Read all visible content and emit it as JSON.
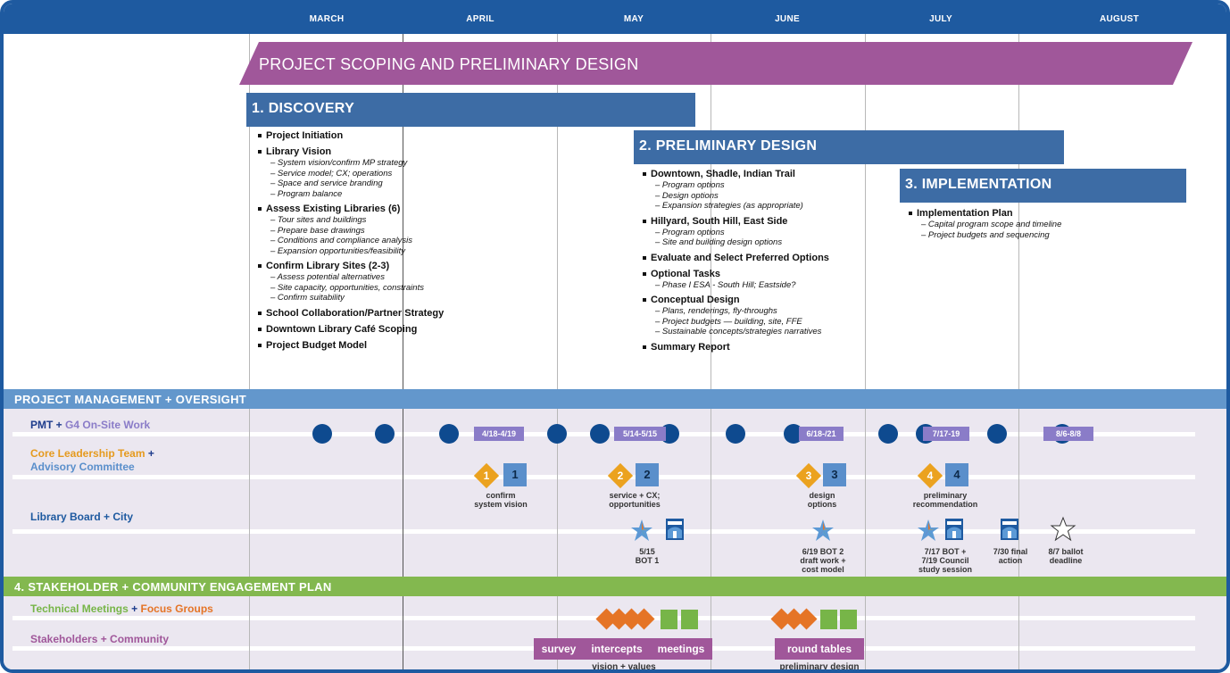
{
  "months": [
    "MARCH",
    "APRIL",
    "MAY",
    "JUNE",
    "JULY",
    "AUGUST"
  ],
  "banner": "PROJECT SCOPING AND PRELIMINARY DESIGN",
  "discovery": {
    "title": "1. DISCOVERY",
    "tasks": [
      {
        "label": "Project Initiation",
        "subs": []
      },
      {
        "label": "Library Vision",
        "subs": [
          "– System vision/confirm MP strategy",
          "– Service model; CX; operations",
          "– Space and service branding",
          "– Program balance"
        ]
      },
      {
        "label": "Assess Existing Libraries (6)",
        "subs": [
          "– Tour sites and buildings",
          "– Prepare base drawings",
          "– Conditions and compliance analysis",
          "– Expansion opportunities/feasibility"
        ]
      },
      {
        "label": "Confirm Library Sites (2-3)",
        "subs": [
          "– Assess potential alternatives",
          "– Site capacity, opportunities, constraints",
          "– Confirm suitability"
        ]
      },
      {
        "label": "School Collaboration/Partner Strategy",
        "subs": []
      },
      {
        "label": "Downtown Library Café Scoping",
        "subs": []
      },
      {
        "label": "Project Budget Model",
        "subs": []
      }
    ]
  },
  "preliminary": {
    "title": "2. PRELIMINARY DESIGN",
    "tasks": [
      {
        "label": "Downtown, Shadle, Indian Trail",
        "subs": [
          "– Program options",
          "– Design options",
          "– Expansion strategies (as appropriate)"
        ]
      },
      {
        "label": "Hillyard, South Hill, East Side",
        "subs": [
          "– Program options",
          "– Site and building design options"
        ]
      },
      {
        "label": "Evaluate and Select Preferred Options",
        "subs": []
      },
      {
        "label": "Optional Tasks",
        "subs": [
          "– Phase I ESA - South Hill; Eastside?"
        ]
      },
      {
        "label": "Conceptual Design",
        "subs": [
          "– Plans, renderings, fly-throughs",
          "– Project budgets — building, site, FFE",
          "– Sustainable concepts/strategies narratives"
        ]
      },
      {
        "label": "Summary Report",
        "subs": []
      }
    ]
  },
  "implementation": {
    "title": "3. IMPLEMENTATION",
    "tasks": [
      {
        "label": "Implementation Plan",
        "subs": [
          "– Capital program scope and timeline",
          "– Project budgets and sequencing"
        ]
      }
    ]
  },
  "pm": {
    "title": "PROJECT MANAGEMENT + OVERSIGHT",
    "pmt_label_a": "PMT",
    "pmt_label_plus": " + ",
    "pmt_label_b": "G4 On-Site Work",
    "core_label_a": "Core Leadership Team",
    "core_label_plus": " +",
    "core_label_b": "Advisory Committee",
    "board_label": "Library Board + City",
    "date_badges": [
      "4/18-4/19",
      "5/14-5/15",
      "6/18-/21",
      "7/17-19",
      "8/6-8/8"
    ],
    "milestones": [
      {
        "num": "1",
        "caption_1": "confirm",
        "caption_2": "system vision"
      },
      {
        "num": "2",
        "caption_1": "service + CX;",
        "caption_2": "opportunities"
      },
      {
        "num": "3",
        "caption_1": "design",
        "caption_2": "options"
      },
      {
        "num": "4",
        "caption_1": "preliminary",
        "caption_2": "recommendation"
      }
    ],
    "board_captions": [
      [
        "5/15",
        "BOT 1"
      ],
      [
        "6/19 BOT 2",
        "draft work +",
        "cost model"
      ],
      [
        "7/17 BOT +",
        "7/19 Council",
        "study session"
      ],
      [
        "7/30 final",
        "action"
      ],
      [
        "8/7 ballot",
        "deadline"
      ]
    ]
  },
  "se": {
    "title": "4. STAKEHOLDER + COMMUNITY ENGAGEMENT PLAN",
    "tech_label_a": "Technical Meetings",
    "tech_label_plus": " + ",
    "tech_label_b": "Focus Groups",
    "stake_label": "Stakeholders + Community",
    "pills": [
      "survey",
      "intercepts",
      "meetings",
      "round tables"
    ],
    "pill_captions": [
      "vision + values",
      "preliminary design"
    ]
  },
  "colors": {
    "header": "#1e5aa0",
    "phase_banner": "#a0579a",
    "phase_box": "#3d6ca5",
    "pm_band": "#6397cc",
    "se_band": "#83b84f",
    "dot": "#0e4a8f",
    "milestone_diamond": "#eba21f",
    "milestone_square": "#5a8fcb",
    "date_badge": "#8a7cc8",
    "tech_diamond": "#e57426",
    "focus_square": "#77b548",
    "pill": "#a0579a",
    "pmt_label": "#1e3c8c",
    "g4_label": "#8a7cc8",
    "core_label": "#e59a1e",
    "advisory_label": "#5a8fcb",
    "board_label": "#1e5aa0",
    "tech_label": "#77b548",
    "focus_label": "#e57426",
    "stake_label": "#a0579a"
  }
}
